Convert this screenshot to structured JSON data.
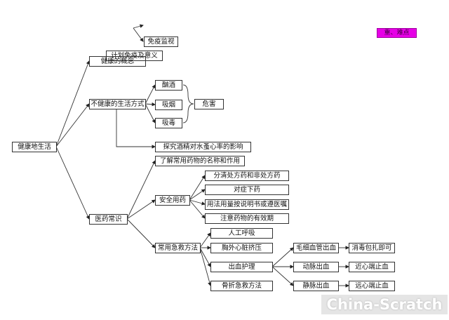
{
  "legend": {
    "label": "重、难点",
    "color": "#e600e6"
  },
  "watermark": "China-Scratch",
  "nodes": {
    "root": "健康地生活",
    "immune": "免疫监视",
    "plan": "计划免疫及意义",
    "concept": "健康的概念",
    "unhealthy": "不健康的生活方式",
    "drink": "酗酒",
    "smoke": "吸烟",
    "drug": "吸毒",
    "harm": "危害",
    "explore": "探究酒精对水蚤心率的影响",
    "med": "医药常识",
    "know": "了解常用药物的名称和作用",
    "safe": "安全用药",
    "s1": "分清处方药和非处方药",
    "s2": "对症下药",
    "s3": "用法用量按说明书或遵医嘱",
    "s4": "注意药物的有效期",
    "aid": "常用急救方法",
    "a1": "人工呼吸",
    "a2": "胸外心脏挤压",
    "a3": "出血护理",
    "a4": "骨折急救方法",
    "b1": "毛细血管出血",
    "b2": "动脉出血",
    "b3": "静脉出血",
    "c1": "消毒包扎即可",
    "c2": "近心端止血",
    "c3": "远心端止血"
  }
}
